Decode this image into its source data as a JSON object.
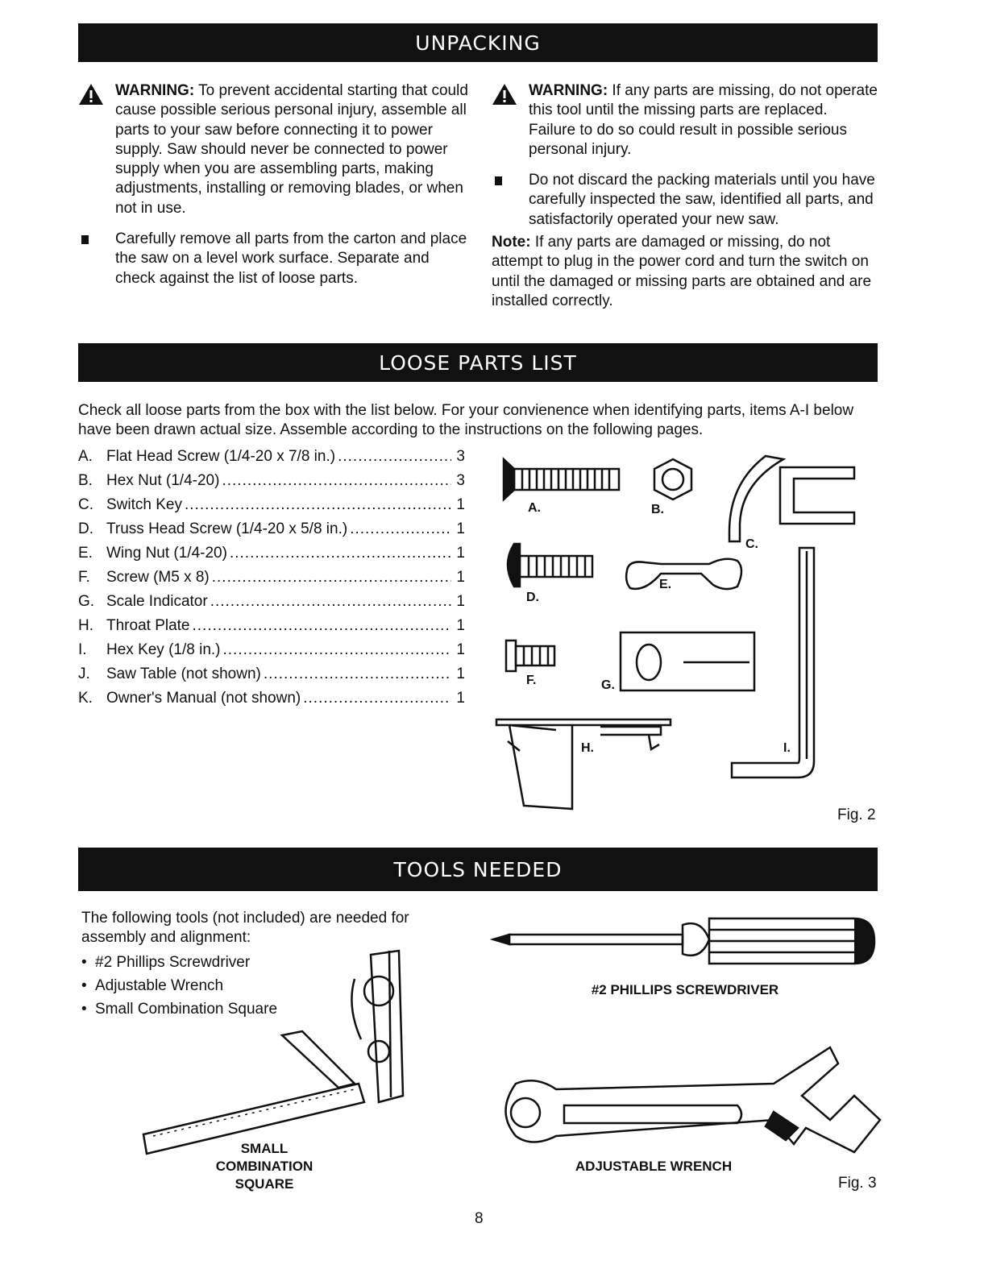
{
  "headers": {
    "unpacking": "UNPACKING",
    "loose_parts": "LOOSE PARTS LIST",
    "tools_needed": "TOOLS NEEDED"
  },
  "unpacking": {
    "warn1_label": "WARNING:",
    "warn1_text": " To prevent accidental starting that could cause possible serious personal injury, assemble all parts to your saw before connecting it to power supply. Saw should never be connected to power supply when you are assembling parts, making adjustments, installing or removing blades, or when not in use.",
    "bullet1": "Carefully remove all parts from the carton and place the saw on a level work surface. Separate and check against the list of loose parts.",
    "warn2_label": "WARNING:",
    "warn2_text": " If any parts are missing, do not operate this tool until the missing parts are replaced. Failure to do so could result in possible serious personal injury.",
    "bullet2": "Do not discard the packing materials until you have carefully inspected the saw, identified all parts, and satisfactorily operated your new saw.",
    "note_label": "Note:",
    "note_text": " If any parts are damaged or missing, do not attempt to plug in the power cord and turn the switch on until the damaged or missing parts are obtained and are installed correctly."
  },
  "loose_parts": {
    "intro": "Check all loose parts from the box with the list below. For your convienence when identifying parts, items A-I below have been drawn actual size. Assemble according to the instructions on the following pages.",
    "items": [
      {
        "letter": "A.",
        "name": "Flat Head Screw (1/4-20 x 7/8 in.)",
        "qty": "3"
      },
      {
        "letter": "B.",
        "name": "Hex Nut (1/4-20)",
        "qty": "3"
      },
      {
        "letter": "C.",
        "name": "Switch Key",
        "qty": "1"
      },
      {
        "letter": "D.",
        "name": "Truss Head Screw (1/4-20 x 5/8 in.)",
        "qty": "1"
      },
      {
        "letter": "E.",
        "name": "Wing Nut (1/4-20)",
        "qty": "1"
      },
      {
        "letter": "F.",
        "name": "Screw (M5 x 8)",
        "qty": "1"
      },
      {
        "letter": "G.",
        "name": "Scale Indicator",
        "qty": "1"
      },
      {
        "letter": "H.",
        "name": "Throat Plate",
        "qty": "1"
      },
      {
        "letter": "I.",
        "name": "Hex Key (1/8 in.)",
        "qty": "1"
      },
      {
        "letter": "J.",
        "name": "Saw Table (not shown)",
        "qty": "1"
      },
      {
        "letter": "K.",
        "name": "Owner's Manual (not shown)",
        "qty": "1"
      }
    ],
    "labels": {
      "a": "A.",
      "b": "B.",
      "c": "C.",
      "d": "D.",
      "e": "E.",
      "f": "F.",
      "g": "G.",
      "h": "H.",
      "i": "I."
    },
    "fig": "Fig. 2"
  },
  "tools": {
    "intro": "The following tools (not included) are needed for assembly and alignment:",
    "items": [
      "#2 Phillips Screwdriver",
      "Adjustable Wrench",
      "Small Combination Square"
    ],
    "cap_screwdriver": "#2 PHILLIPS SCREWDRIVER",
    "cap_square_1": "SMALL",
    "cap_square_2": "COMBINATION",
    "cap_square_3": "SQUARE",
    "cap_wrench": "ADJUSTABLE WRENCH",
    "fig": "Fig. 3"
  },
  "page_number": "8"
}
